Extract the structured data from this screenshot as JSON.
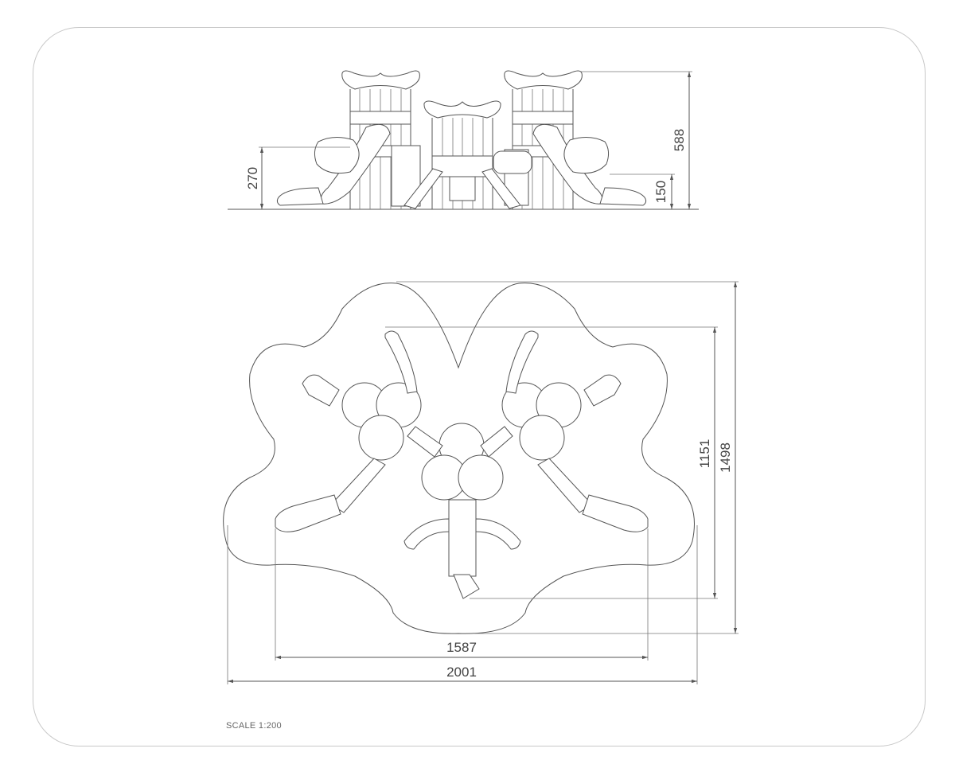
{
  "elevation": {
    "dimensions": {
      "overall_height": "588",
      "platform_height": "270",
      "low_platform_height": "150"
    }
  },
  "plan": {
    "dimensions": {
      "depth_inner": "1151",
      "depth_outer": "1498",
      "width_inner": "1587",
      "width_outer": "2001"
    }
  },
  "scale_note": "SCALE 1:200",
  "colors": {
    "line": "#555555",
    "frame": "#c8c8c8",
    "text": "#444444"
  }
}
